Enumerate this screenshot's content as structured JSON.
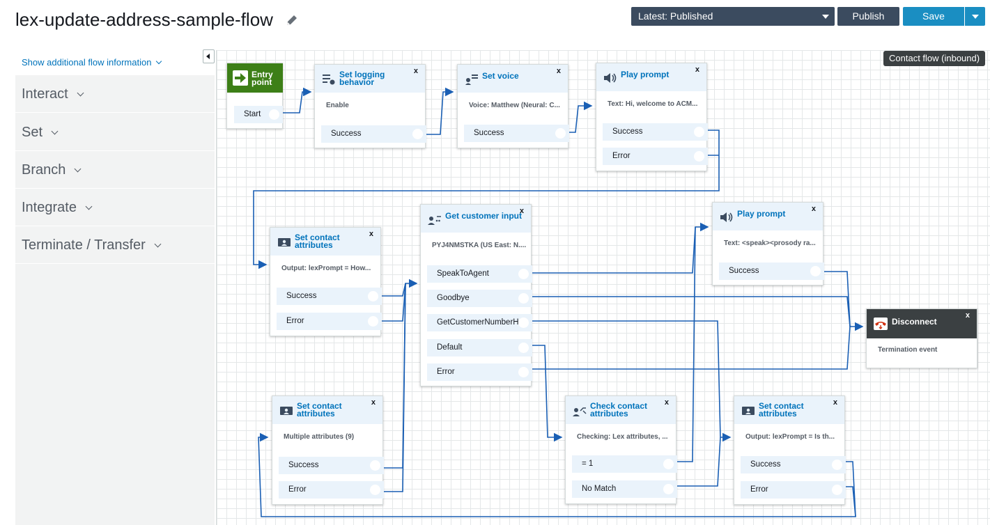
{
  "header": {
    "flow_title": "lex-update-address-sample-flow",
    "version_label": "Latest: Published",
    "publish_label": "Publish",
    "save_label": "Save"
  },
  "sidebar": {
    "info_link": "Show additional flow information",
    "categories": [
      "Interact",
      "Set",
      "Branch",
      "Integrate",
      "Terminate / Transfer"
    ]
  },
  "canvas": {
    "flow_type": "Contact flow (inbound)"
  },
  "blocks": {
    "entry": {
      "title_1": "Entry",
      "title_2": "point",
      "rows": [
        "Start"
      ]
    },
    "logging": {
      "title_1": "Set logging",
      "title_2": "behavior",
      "sub": "Enable",
      "rows": [
        "Success"
      ]
    },
    "voice": {
      "title_1": "Set voice",
      "sub": "Voice: Matthew (Neural: C...",
      "rows": [
        "Success"
      ]
    },
    "prompt1": {
      "title_1": "Play prompt",
      "sub": "Text: Hi, welcome to ACM...",
      "rows": [
        "Success",
        "Error"
      ]
    },
    "attrs1": {
      "title_1": "Set contact",
      "title_2": "attributes",
      "sub": "Output: lexPrompt = How...",
      "rows": [
        "Success",
        "Error"
      ]
    },
    "input": {
      "title_1": "Get customer input",
      "sub": "PYJ4NMSTKA (US East: N....",
      "rows": [
        "SpeakToAgent",
        "Goodbye",
        "GetCustomerNumberH...",
        "Default",
        "Error"
      ]
    },
    "prompt2": {
      "title_1": "Play prompt",
      "sub": "Text: <speak><prosody ra...",
      "rows": [
        "Success"
      ]
    },
    "disconnect": {
      "title_1": "Disconnect",
      "sub": "Termination event"
    },
    "attrs2": {
      "title_1": "Set contact",
      "title_2": "attributes",
      "sub": "Multiple attributes (9)",
      "rows": [
        "Success",
        "Error"
      ]
    },
    "check": {
      "title_1": "Check contact",
      "title_2": "attributes",
      "sub": "Checking: Lex attributes, ...",
      "rows": [
        "= 1",
        "No Match"
      ]
    },
    "attrs3": {
      "title_1": "Set contact",
      "title_2": "attributes",
      "sub": "Output: lexPrompt = Is th...",
      "rows": [
        "Success",
        "Error"
      ]
    }
  },
  "close_glyph": "x",
  "colors": {
    "accent": "#0073bb",
    "wire": "#1a5fb4",
    "entry": "#3d7f17",
    "dark": "#3b4b5f",
    "save": "#1a8ec2"
  }
}
